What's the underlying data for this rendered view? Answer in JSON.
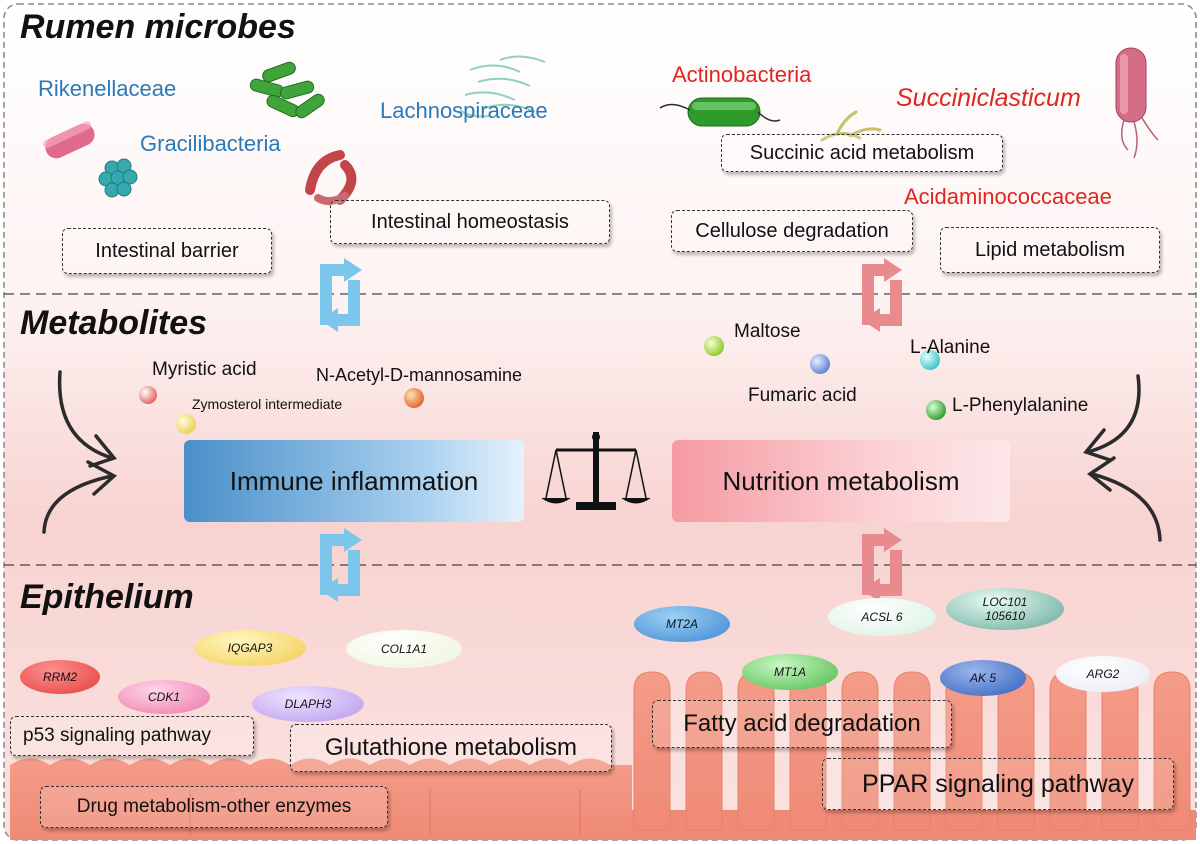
{
  "sections": {
    "rumen": "Rumen microbes",
    "metabolites": "Metabolites",
    "epithelium": "Epithelium"
  },
  "taxa": {
    "rikenellaceae": "Rikenellaceae",
    "gracilibacteria": "Gracilibacteria",
    "lachnospiraceae": "Lachnospiraceae",
    "actinobacteria": "Actinobacteria",
    "succiniclasticum": "Succiniclasticum",
    "acidaminococcaceae": "Acidaminococcaceae"
  },
  "functions": {
    "intestinal_barrier": "Intestinal barrier",
    "intestinal_homeostasis": "Intestinal homeostasis",
    "succinic_acid": "Succinic acid metabolism",
    "cellulose": "Cellulose degradation",
    "lipid": "Lipid metabolism"
  },
  "metabolites": {
    "myristic": "Myristic acid",
    "zymosterol": "Zymosterol intermediate",
    "nacetyl": "N-Acetyl-D-mannosamine",
    "maltose": "Maltose",
    "fumaric": "Fumaric acid",
    "alanine": "L-Alanine",
    "phenylalanine": "L-Phenylalanine"
  },
  "center": {
    "immune": "Immune inflammation",
    "nutrition": "Nutrition metabolism"
  },
  "genes": {
    "rrm2": "RRM2",
    "cdk1": "CDK1",
    "iqgap3": "IQGAP3",
    "dlaph3": "DLAPH3",
    "col1a1": "COL1A1",
    "mt2a": "MT2A",
    "acsl6": "ACSL 6",
    "loc_line1": "LOC101",
    "loc_line2": "105610",
    "mt1a": "MT1A",
    "ak5": "AK 5",
    "arg2": "ARG2"
  },
  "pathways": {
    "p53": "p53 signaling pathway",
    "glutathione": "Glutathione metabolism",
    "drug": "Drug metabolism-other enzymes",
    "fatty_acid": "Fatty acid degradation",
    "ppar": "PPAR signaling pathway"
  },
  "colors": {
    "taxon_blue": "#2a7ab8",
    "taxon_red": "#e0261f",
    "cycle_blue": "#7cc6ec",
    "cycle_red": "#e98a8e",
    "epithelium": "#f2917d"
  }
}
